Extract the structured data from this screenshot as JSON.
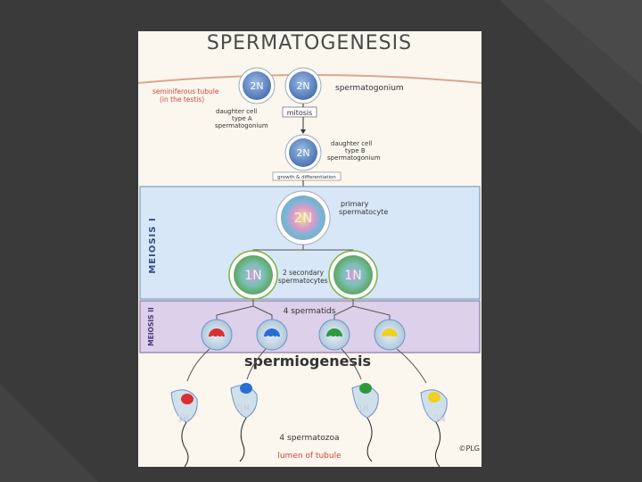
{
  "title": "SPERMATOGENESIS",
  "labels": {
    "seminiferous": "seminiferous tubule",
    "seminiferous_sub": "(in the testis)",
    "spermatogonium": "spermatogonium",
    "daughter_a_1": "daughter cell",
    "daughter_a_2": "type A",
    "daughter_a_3": "spermatogonium",
    "mitosis": "mitosis",
    "daughter_b_1": "daughter cell",
    "daughter_b_2": "type B",
    "daughter_b_3": "spermatogonium",
    "growth": "growth & differentiation",
    "meiosis1": "MEIOSIS I",
    "meiosis2": "MEIOSIS II",
    "primary_1": "primary",
    "primary_2": "spermatocyte",
    "secondary_1": "2 secondary",
    "secondary_2": "spermatocytes",
    "spermatids": "4 spermatids",
    "spermiogenesis": "spermiogenesis",
    "spermatozoa": "4 spermatozoa",
    "lumen": "lumen of tubule",
    "copyright": "©PLG"
  },
  "ploidy": {
    "diploid": "2N",
    "haploid": "1N"
  },
  "colors": {
    "cell_blue": "#6e93c8",
    "meiosis1_band": "#d7e7f7",
    "meiosis2_band": "#dcd0ea",
    "sperm_head": "#cfe0ea",
    "lumen_text": "#d4453a",
    "seminiferous_text": "#cc4a3a",
    "chromosome_red": "#d83030",
    "chromosome_blue": "#2a6ed0",
    "chromosome_green": "#2e9a3e",
    "chromosome_yellow": "#f0d020"
  }
}
